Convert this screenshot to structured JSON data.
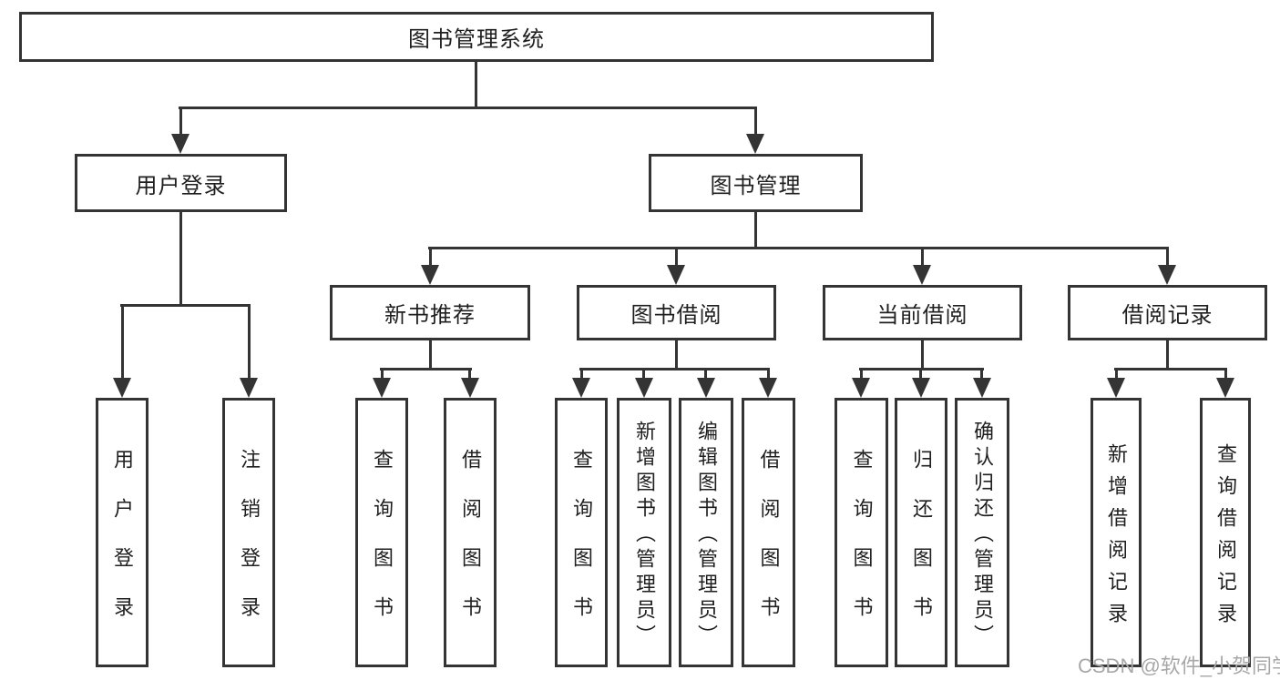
{
  "tree": {
    "root": {
      "label": "图书管理系统"
    },
    "children": [
      {
        "label": "用户登录",
        "children": [
          {
            "label": "用户登录"
          },
          {
            "label": "注销登录"
          }
        ]
      },
      {
        "label": "图书管理",
        "children": [
          {
            "label": "新书推荐",
            "children": [
              {
                "label": "查询图书"
              },
              {
                "label": "借阅图书"
              }
            ]
          },
          {
            "label": "图书借阅",
            "children": [
              {
                "label": "查询图书"
              },
              {
                "label": "新增图书（管理员）"
              },
              {
                "label": "编辑图书（管理员）"
              },
              {
                "label": "借阅图书"
              }
            ]
          },
          {
            "label": "当前借阅",
            "children": [
              {
                "label": "查询图书"
              },
              {
                "label": "归还图书"
              },
              {
                "label": "确认归还（管理员）"
              }
            ]
          },
          {
            "label": "借阅记录",
            "children": [
              {
                "label": "新增借阅记录"
              },
              {
                "label": "查询借阅记录"
              }
            ]
          }
        ]
      }
    ]
  },
  "watermark": {
    "text": "CSDN @软件_小贺同学"
  },
  "colors": {
    "line": "#343434",
    "box_border": "#343434",
    "box_fill": "#ffffff",
    "text": "#1f1f1f",
    "watermark": "#a8a8a8",
    "background": "#ffffff"
  }
}
